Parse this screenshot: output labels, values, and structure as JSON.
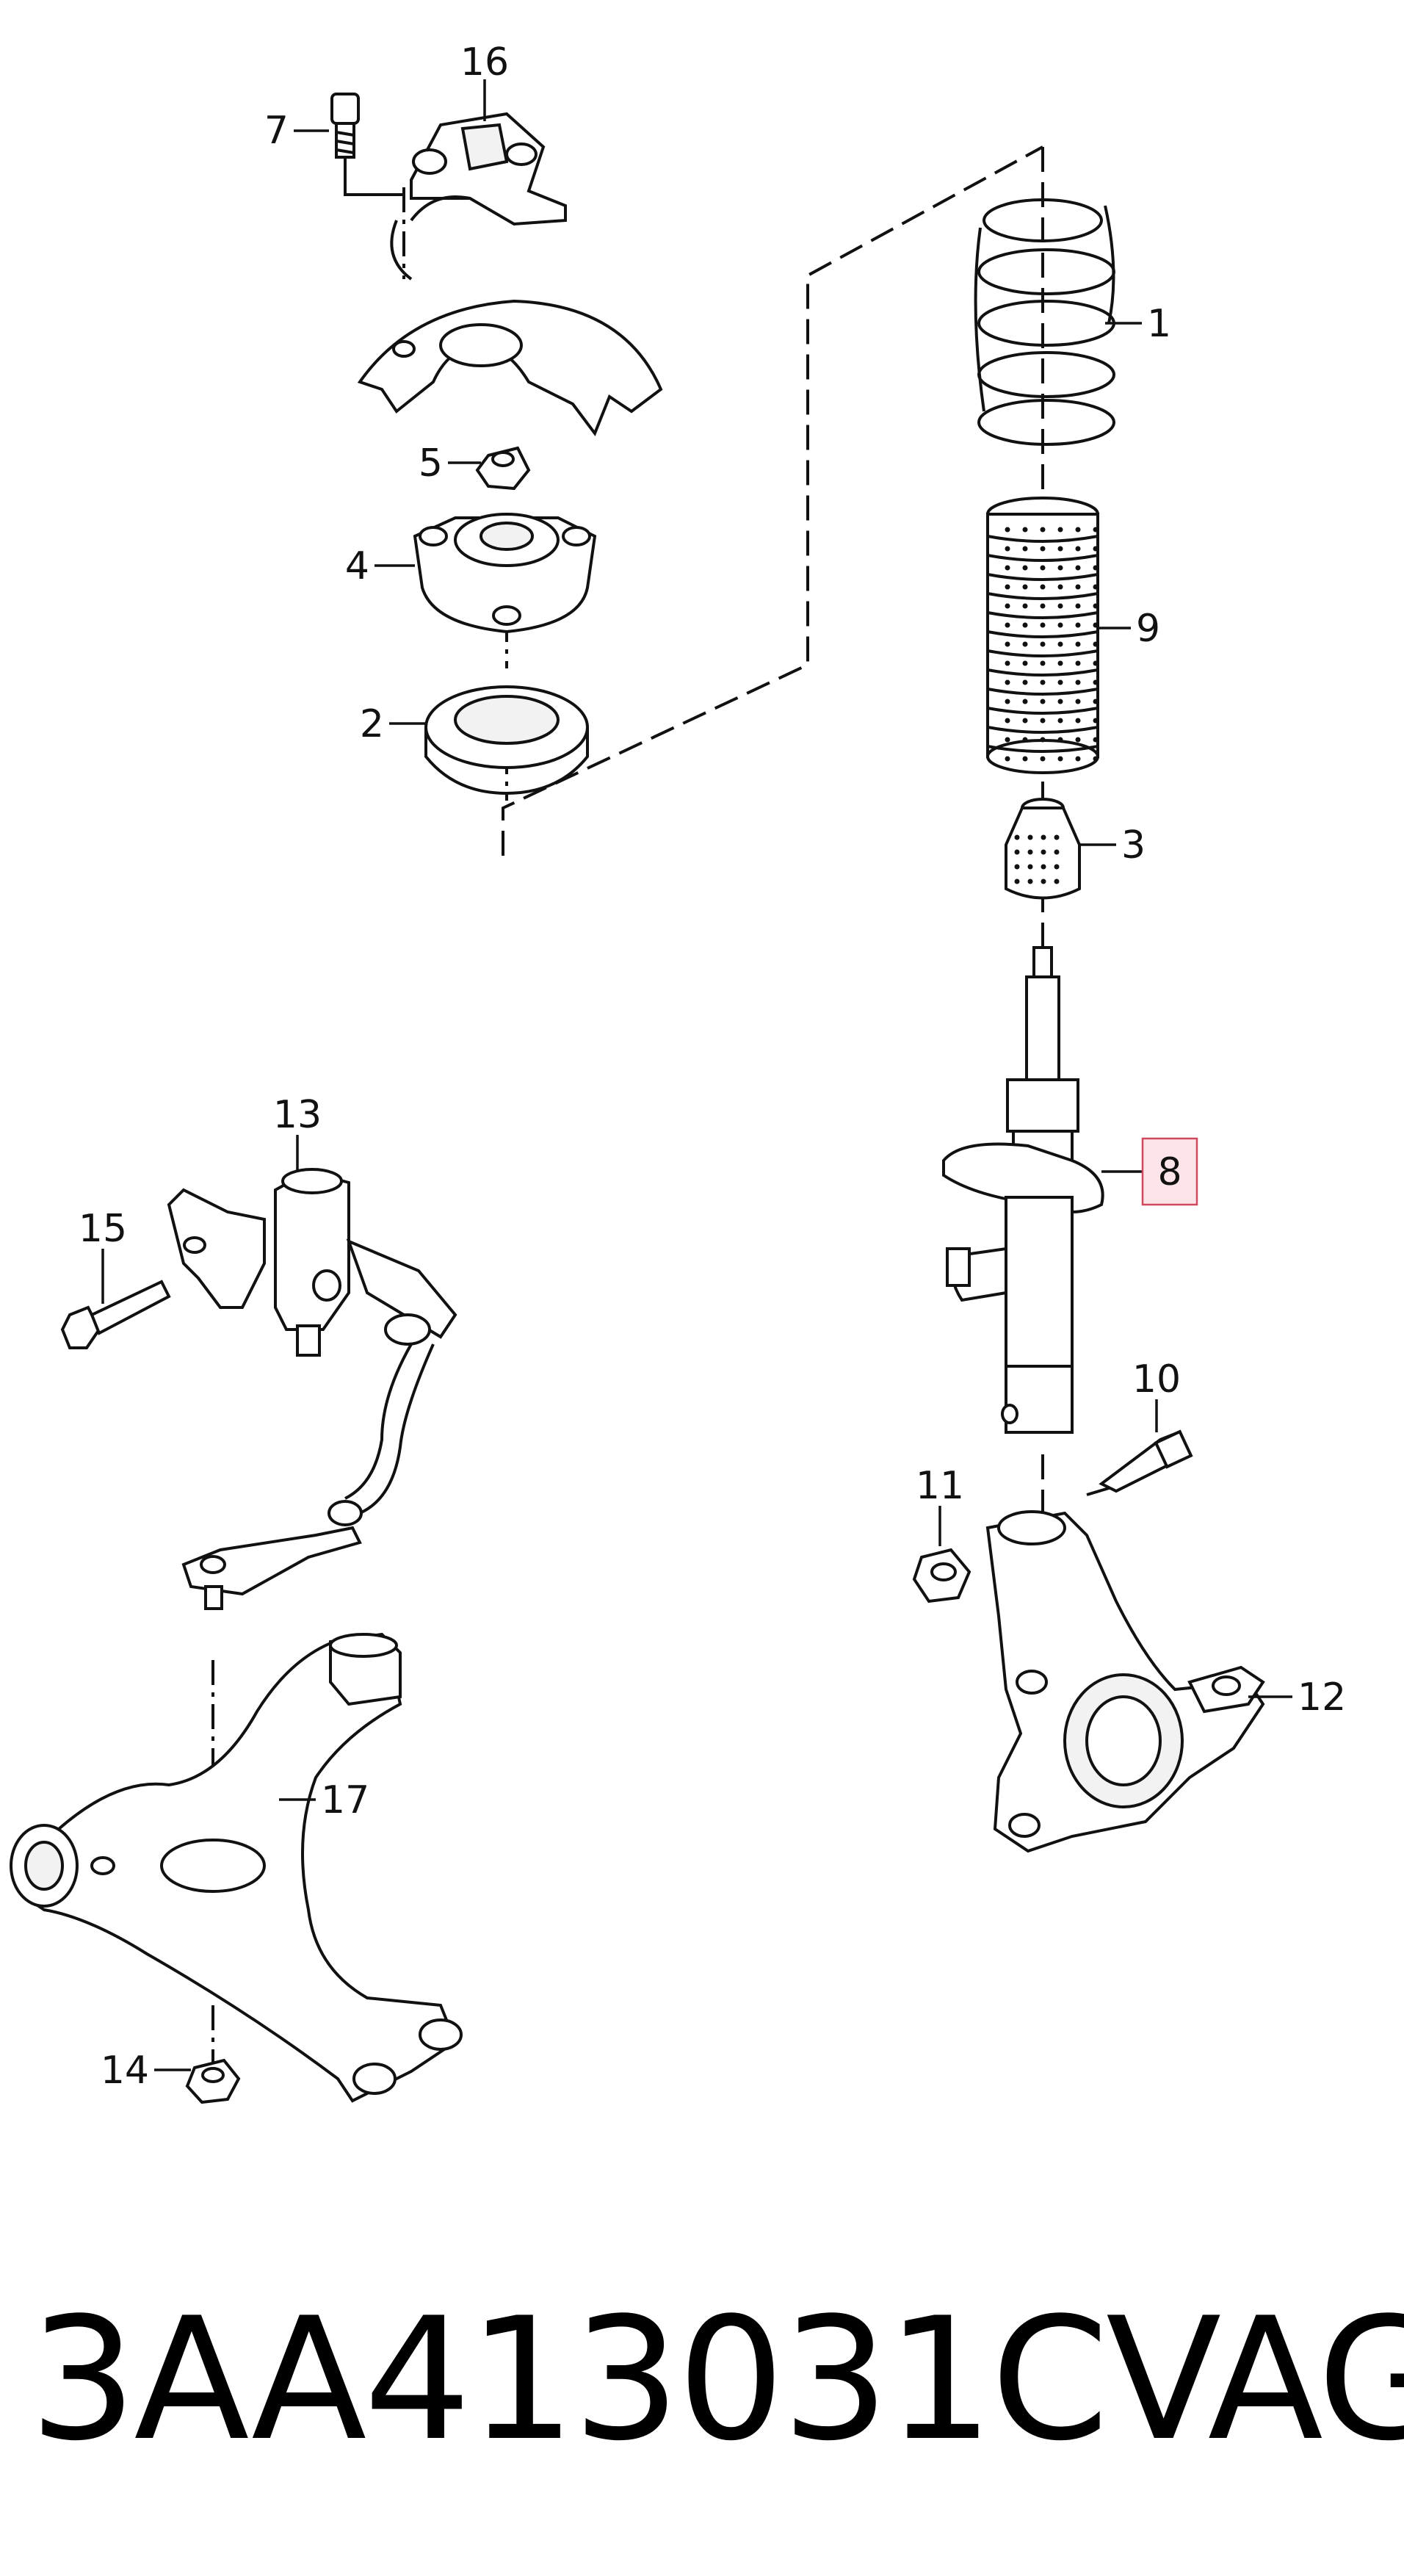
{
  "callouts": {
    "c1": "1",
    "c2": "2",
    "c3": "3",
    "c4": "4",
    "c5": "5",
    "c7": "7",
    "c8": "8",
    "c9": "9",
    "c10": "10",
    "c11": "11",
    "c12": "12",
    "c13": "13",
    "c14": "14",
    "c15": "15",
    "c16": "16",
    "c17": "17"
  },
  "highlight": {
    "callout": "8",
    "fill": "#fde4e8",
    "stroke": "#d0485e"
  },
  "footer": {
    "part_number": "3AA413031C",
    "brand": "VAG"
  }
}
